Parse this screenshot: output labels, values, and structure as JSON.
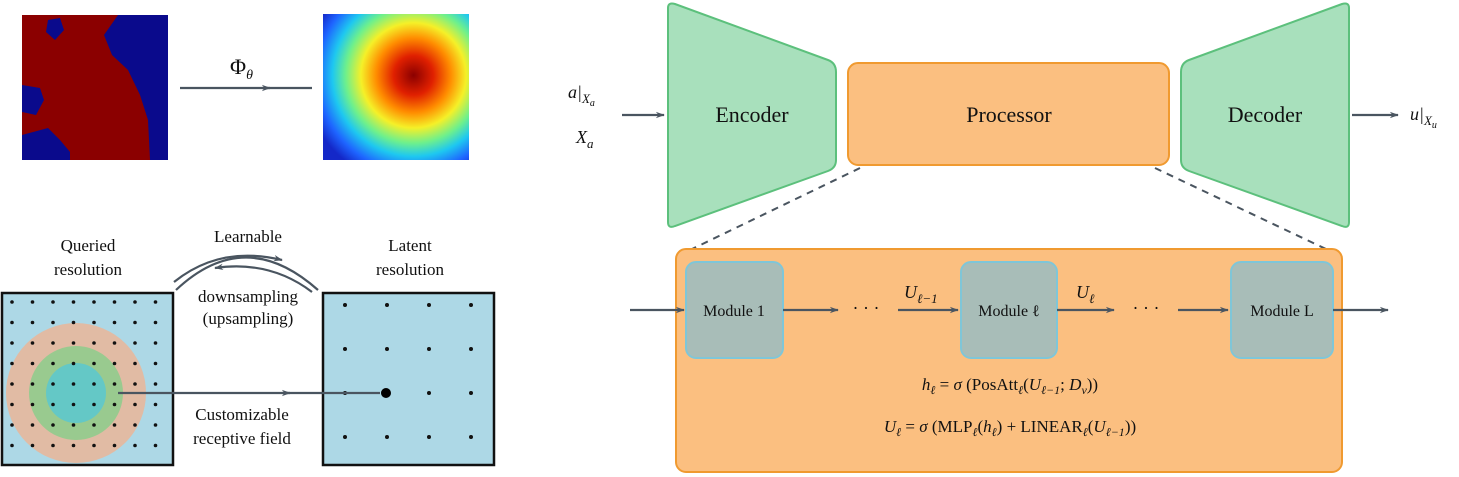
{
  "left_panel": {
    "operator_label": "Φ",
    "operator_sub": "θ",
    "queried_label_1": "Queried",
    "queried_label_2": "resolution",
    "latent_label_1": "Latent",
    "latent_label_2": "resolution",
    "learnable": "Learnable",
    "downsampling": "downsampling",
    "upsampling": "(upsampling)",
    "custom_1": "Customizable",
    "custom_2": "receptive field"
  },
  "pipeline": {
    "input_a": "a|",
    "input_a_sub": "X",
    "input_a_subsub": "a",
    "input_x": "X",
    "input_x_sub": "a",
    "encoder": "Encoder",
    "processor": "Processor",
    "decoder": "Decoder",
    "output_u": "u|",
    "output_u_sub": "X",
    "output_u_subsub": "u"
  },
  "processor_detail": {
    "module_1": "Module 1",
    "module_l": "Module ℓ",
    "module_L": "Module L",
    "dots": "· · ·",
    "u_prev": "U",
    "u_prev_sub": "ℓ−1",
    "u_l": "U",
    "u_l_sub": "ℓ",
    "eq1": "h_ℓ = σ (PosAtt_ℓ(U_{ℓ−1}; D_v))",
    "eq2": "U_ℓ = σ (MLP_ℓ(h_ℓ) + LINEAR_ℓ(U_{ℓ−1}))"
  },
  "colors": {
    "encoder_fill": "#a8e0bc",
    "encoder_stroke": "#5cc07c",
    "processor_fill": "#fbbf80",
    "processor_stroke": "#f09a30",
    "module_fill": "#a8bdb8",
    "module_stroke": "#7fc6d8",
    "grid_fill": "#add8e6",
    "arrow": "#4a5560"
  }
}
